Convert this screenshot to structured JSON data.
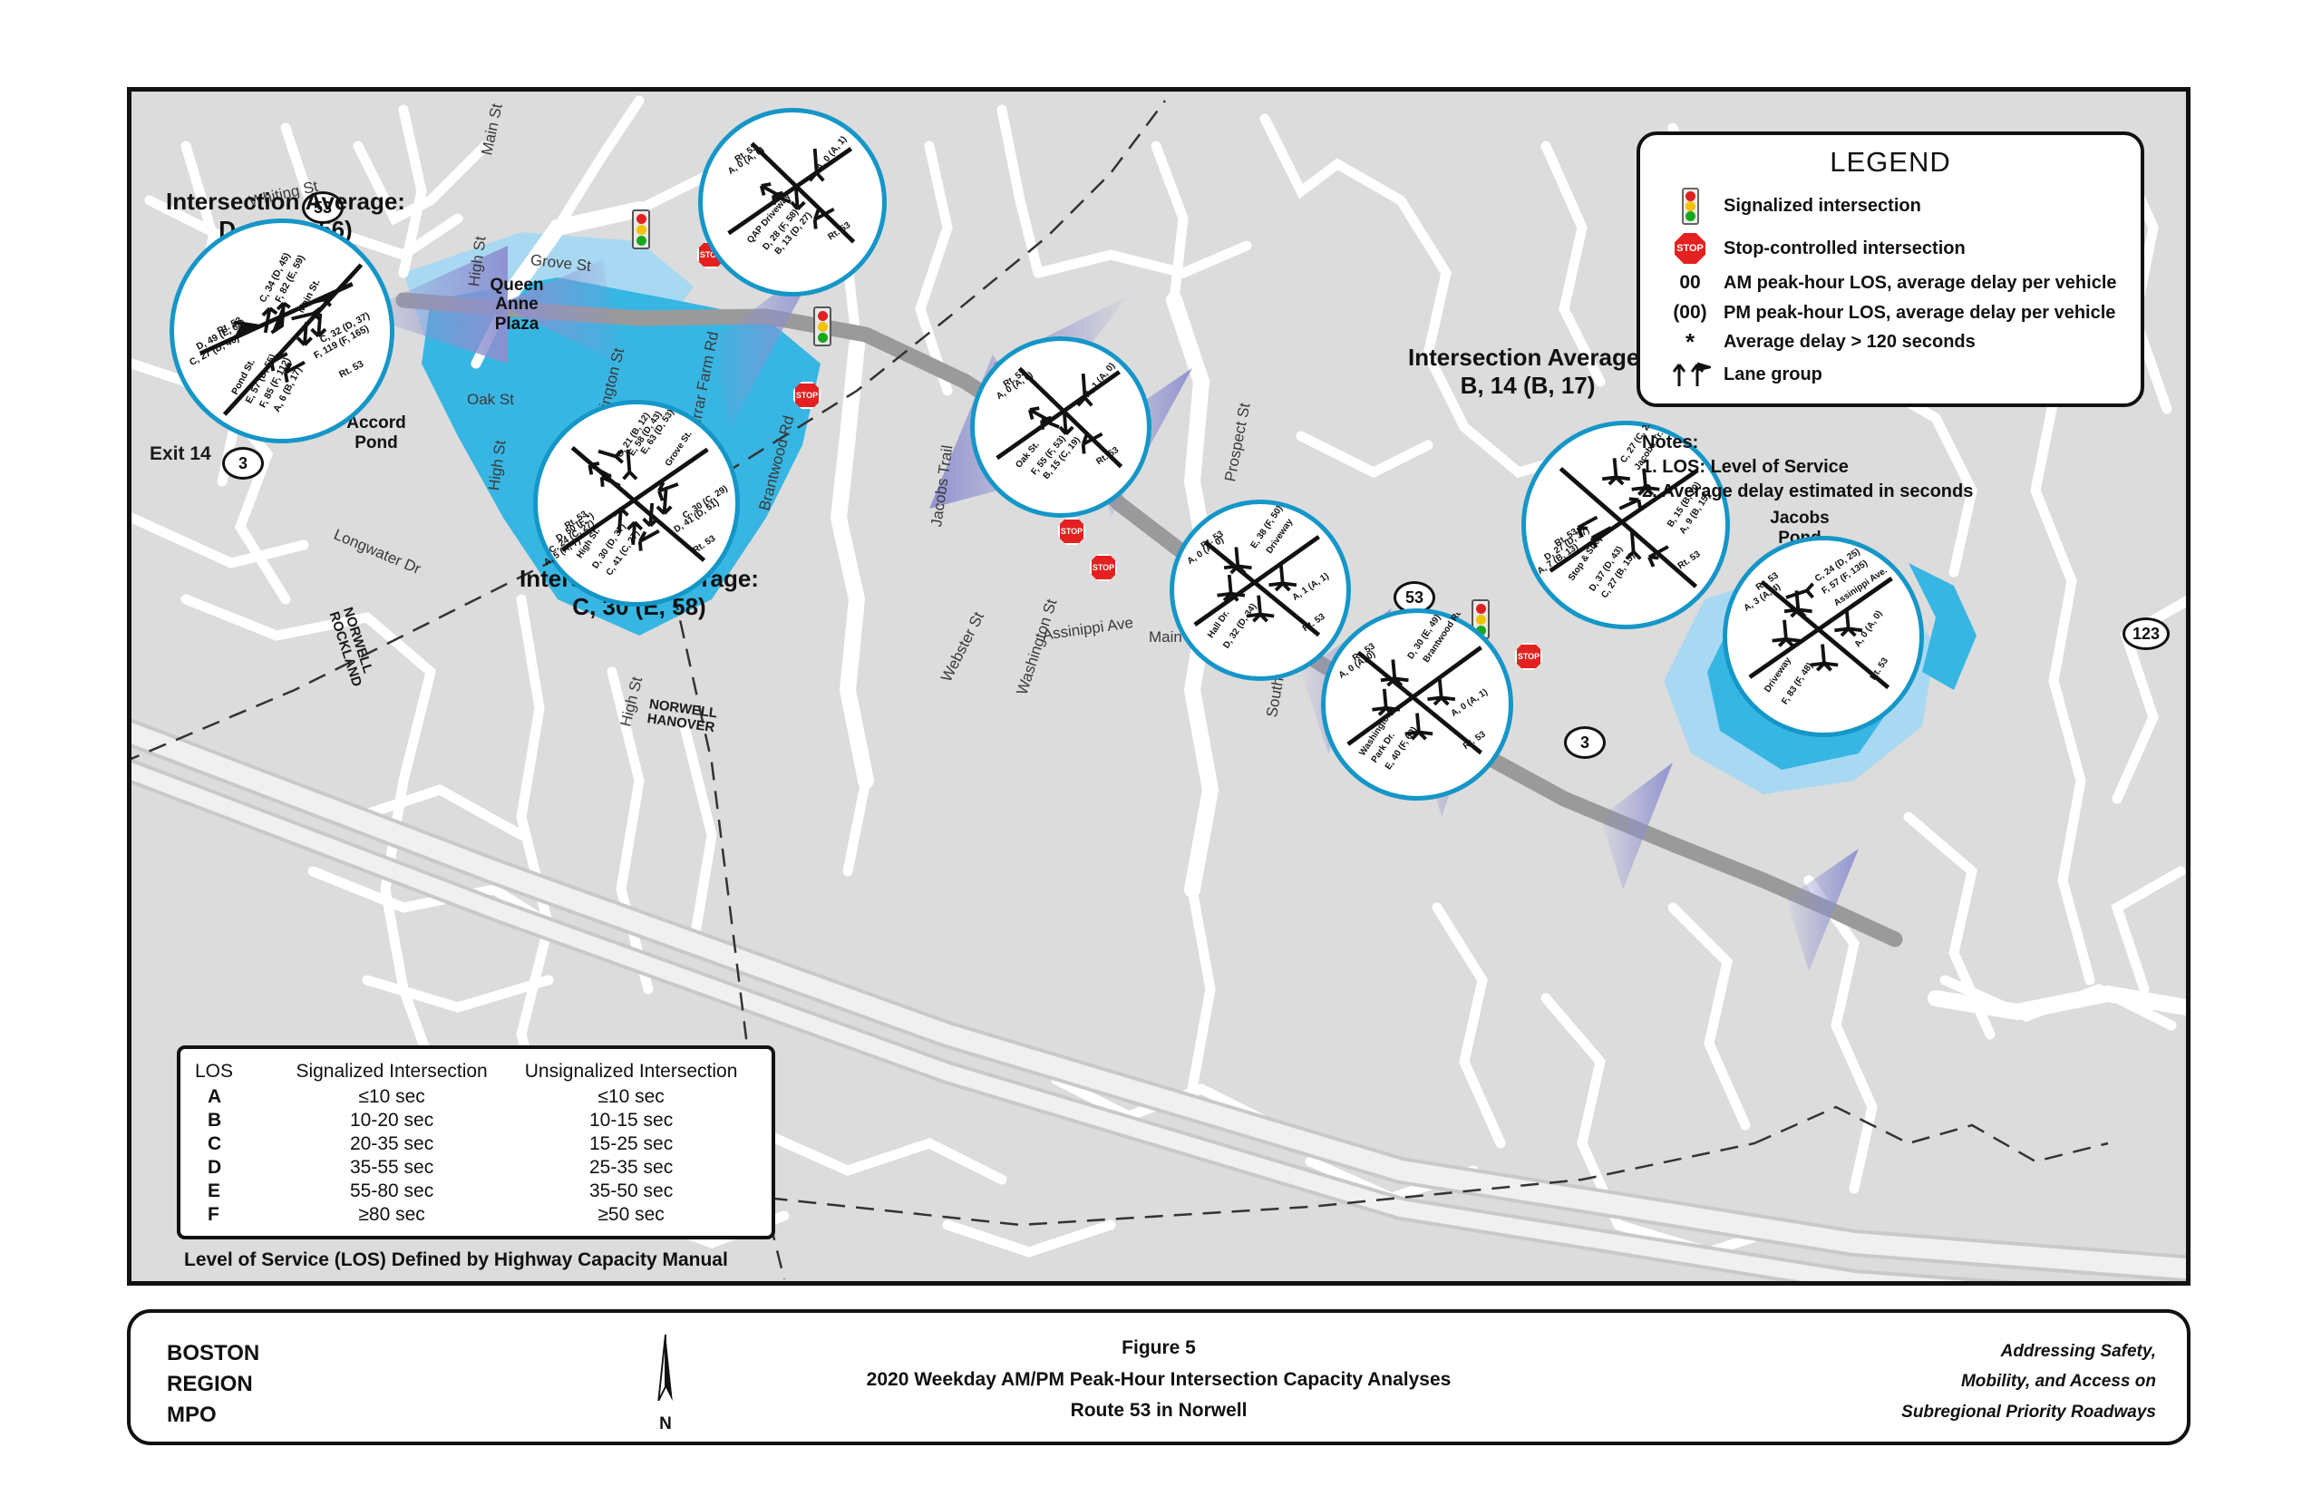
{
  "figure": {
    "org": "BOSTON\nREGION\nMPO",
    "org_lines": [
      "BOSTON",
      "REGION",
      "MPO"
    ],
    "number": "Figure 5",
    "title_line1": "2020 Weekday AM/PM Peak-Hour Intersection Capacity Analyses",
    "title_line2": "Route 53 in Norwell",
    "right_note_lines": [
      "Addressing Safety,",
      "Mobility, and Access on",
      "Subregional Priority Roadways"
    ],
    "north_label": "N"
  },
  "legend": {
    "title": "LEGEND",
    "items": [
      {
        "icon": "traffic-signal-icon",
        "label": "Signalized intersection"
      },
      {
        "icon": "stop-sign-icon",
        "label": "Stop-controlled intersection"
      },
      {
        "icon": "am-symbol",
        "symbol": "00",
        "label": "AM peak-hour LOS, average delay per vehicle"
      },
      {
        "icon": "pm-symbol",
        "symbol": "(00)",
        "label": "PM peak-hour LOS, average delay per vehicle"
      },
      {
        "icon": "asterisk-symbol",
        "symbol": "*",
        "label": "Average delay > 120 seconds"
      },
      {
        "icon": "lane-group-icon",
        "label": "Lane group"
      }
    ]
  },
  "notes": {
    "heading": "Notes:",
    "lines": [
      "1. LOS: Level of Service",
      "2. Average delay estimated in seconds"
    ]
  },
  "los_table": {
    "headers": [
      "LOS",
      "Signalized Intersection",
      "Unsignalized Intersection"
    ],
    "rows": [
      {
        "los": "A",
        "signalized": "≤10 sec",
        "unsignalized": "≤10 sec"
      },
      {
        "los": "B",
        "signalized": "10-20 sec",
        "unsignalized": "10-15 sec"
      },
      {
        "los": "C",
        "signalized": "20-35 sec",
        "unsignalized": "15-25 sec"
      },
      {
        "los": "D",
        "signalized": "35-55 sec",
        "unsignalized": "25-35 sec"
      },
      {
        "los": "E",
        "signalized": "55-80 sec",
        "unsignalized": "35-50 sec"
      },
      {
        "los": "F",
        "signalized": "≥80 sec",
        "unsignalized": "≥50 sec"
      }
    ],
    "caption": "Level of Service (LOS) Defined by Highway Capacity Manual"
  },
  "map": {
    "place_labels": [
      {
        "name": "queen-anne-plaza",
        "text": "Queen\nAnne\nPlaza"
      },
      {
        "name": "accord-pond",
        "text": "Accord\nPond"
      },
      {
        "name": "jacobs-pond",
        "text": "Jacobs\nPond"
      },
      {
        "name": "exit-14",
        "text": "Exit 14"
      }
    ],
    "queen_anne_plaza": [
      "Queen",
      "Anne",
      "Plaza"
    ],
    "accord_pond": [
      "Accord",
      "Pond"
    ],
    "jacobs_pond": [
      "Jacobs",
      "Pond"
    ],
    "exit_14": "Exit 14",
    "streets": [
      "Main St",
      "Whiting St",
      "Grove St",
      "Pond St",
      "High St",
      "Oak St",
      "Washington St",
      "Ferrar Farm Rd",
      "Brantwood Rd",
      "Hall Dr",
      "Jacobs Trail",
      "Longwater Dr",
      "Webster St",
      "Assinippi Ave",
      "Main St",
      "Washington St",
      "Prospect St",
      "South St",
      "High St",
      "High St"
    ],
    "street_labels": {
      "main_st_top": "Main St",
      "whiting_st": "Whiting St",
      "grove_st": "Grove St",
      "pond_st": "Pond St",
      "high_st_upper": "High St",
      "oak_st": "Oak St",
      "washington_st": "Washington St",
      "ferrar_farm_rd": "Ferrar Farm Rd",
      "brantwood_rd": "Brantwood Rd",
      "hall_dr": "Hall Dr",
      "jacobs_trail": "Jacobs Trail",
      "longwater_dr": "Longwater Dr",
      "webster_st": "Webster St",
      "assinippi_ave": "Assinippi Ave",
      "main_st_right": "Main St",
      "washington_st_right": "Washington St",
      "prospect_st": "Prospect St",
      "south_st": "South St",
      "high_st_mid": "High St",
      "high_st_low": "High St"
    },
    "town_lines": {
      "norwell_rockland": [
        "NORWELL",
        "ROCKLAND"
      ],
      "norwell_hanover": [
        "NORWELL",
        "HANOVER"
      ]
    },
    "route_shields": [
      {
        "name": "route-53-shield-north",
        "text": "53"
      },
      {
        "name": "route-3-shield-west",
        "text": "3"
      },
      {
        "name": "route-53-shield-mid",
        "text": "53"
      },
      {
        "name": "route-123-shield-east",
        "text": "123"
      },
      {
        "name": "route-123-shield-south",
        "text": "123"
      },
      {
        "name": "route-3-shield-south",
        "text": "3"
      }
    ],
    "stop_sign_text": "STOP"
  },
  "intersection_averages": [
    {
      "name": "avg-pond-main-rt53",
      "lines": [
        "Intersection Average:",
        "D, 48 (E, 56)"
      ]
    },
    {
      "name": "avg-high-grove-rt53",
      "lines": [
        "Intersection Average:",
        "C, 30 (E, 58)"
      ]
    },
    {
      "name": "avg-jacobs-stopshop-rt53",
      "lines": [
        "Intersection Average:",
        "B, 14 (B, 17)"
      ]
    }
  ],
  "callouts": [
    {
      "name": "callout-rt53-main-pond",
      "approaches": [
        {
          "street": "Rt. 53",
          "am_pm": [
            "C, 34 (D, 45)",
            "F, 82 (E, 59)"
          ]
        },
        {
          "street": "Main St.",
          "am_pm": [
            "C, 32 (D, 37)",
            "F, 119 (F, 165)"
          ]
        },
        {
          "street": "Rt. 53",
          "am_pm": [
            "D, 49 (E, 68)",
            "C, 27 (D, 46)"
          ]
        },
        {
          "street": "Pond St.",
          "am_pm": [
            "E, 57 (D, 55)",
            "F, 85 (F, 112)",
            "A, 6 (B, 17)"
          ]
        }
      ]
    },
    {
      "name": "callout-rt53-qap-driveway",
      "approaches": [
        {
          "street": "Rt. 53",
          "am_pm": [
            "A, 0 (A, 0)"
          ]
        },
        {
          "street": "Rt. 53",
          "am_pm": [
            "A, 0 (A, 1)"
          ]
        },
        {
          "street": "QAP Driveway",
          "am_pm": [
            "D, 28 (F, 58)",
            "B, 13 (D, 27)"
          ]
        }
      ]
    },
    {
      "name": "callout-rt53-high-grove",
      "approaches": [
        {
          "street": "Rt. 53",
          "am_pm": [
            "C, 21 (B, 12)",
            "E, 58 (D, 43)",
            "E, 63 (D, 53)"
          ]
        },
        {
          "street": "Grove St.",
          "am_pm": [
            "C, 30 (C, 29)",
            "D, 41 (D, 51)"
          ]
        },
        {
          "street": "Rt. 53",
          "am_pm": [
            "D, 50 (F, *)",
            "C, 24 (C, 27)",
            "A, 5 (A, 7)"
          ]
        },
        {
          "street": "High St.",
          "am_pm": [
            "D, 30 (D, 37)",
            "C, 41 (C, 27)"
          ]
        }
      ]
    },
    {
      "name": "callout-rt53-oak",
      "approaches": [
        {
          "street": "Rt. 53",
          "am_pm": [
            "A, 0 (A, 0)"
          ]
        },
        {
          "street": "Rt. 53",
          "am_pm": [
            "A, 1 (A, 0)"
          ]
        },
        {
          "street": "Oak St.",
          "am_pm": [
            "F, 55 (F, 53)",
            "B, 15 (C, 19)"
          ]
        }
      ]
    },
    {
      "name": "callout-rt53-hall-driveway",
      "approaches": [
        {
          "street": "Rt. 53",
          "am_pm": [
            "A, 0 (A, 0)"
          ]
        },
        {
          "street": "Driveway",
          "am_pm": [
            "E, 38 (F, 50)"
          ]
        },
        {
          "street": "Rt. 53",
          "am_pm": [
            "A, 1 (A, 1)"
          ]
        },
        {
          "street": "Hall Dr.",
          "am_pm": [
            "D, 32 (D, 34)"
          ]
        }
      ]
    },
    {
      "name": "callout-rt53-brantwood-washingtonpark",
      "approaches": [
        {
          "street": "Rt. 53",
          "am_pm": [
            "A, 0 (A, 0)"
          ]
        },
        {
          "street": "Brantwood Rd",
          "am_pm": [
            "D, 30 (E, 49)"
          ]
        },
        {
          "street": "Rt. 53",
          "am_pm": [
            "A, 0 (A, 1)"
          ]
        },
        {
          "street": "Washington Park Dr.",
          "am_pm": [
            "E, 40 (F, 60)"
          ]
        }
      ]
    },
    {
      "name": "callout-rt53-jacobs-stopshop",
      "approaches": [
        {
          "street": "Rt. 53",
          "am_pm": [
            "D, 27 (D, 37)",
            "A, 7 (B, 13)"
          ]
        },
        {
          "street": "Jacobs Tr.",
          "am_pm": [
            "C, 27 (C, 28)"
          ]
        },
        {
          "street": "Rt. 53",
          "am_pm": [
            "B, 15 (B, 20)",
            "A, 9 (B, 15)"
          ]
        },
        {
          "street": "Stop & Shop",
          "am_pm": [
            "D, 37 (D, 43)",
            "C, 27 (B, 13)"
          ]
        }
      ]
    },
    {
      "name": "callout-rt53-assinippi-driveway",
      "approaches": [
        {
          "street": "Rt. 53",
          "am_pm": [
            "A, 3 (A, 4)"
          ]
        },
        {
          "street": "Assinippi Ave.",
          "am_pm": [
            "C, 24 (D, 25)",
            "F, 57 (F, 135)"
          ]
        },
        {
          "street": "Rt. 53",
          "am_pm": [
            "A, 0 (A, 0)"
          ]
        },
        {
          "street": "Driveway",
          "am_pm": [
            "F, 83 (F, 48)"
          ]
        }
      ]
    }
  ],
  "colors": {
    "callout_ring": "#1596c8",
    "water": "#38b6e3",
    "water_light": "#a9d9f2",
    "map_bg": "#dcdcdc",
    "rt53": "#9a9a9a",
    "cone": "#8d8fd0"
  }
}
